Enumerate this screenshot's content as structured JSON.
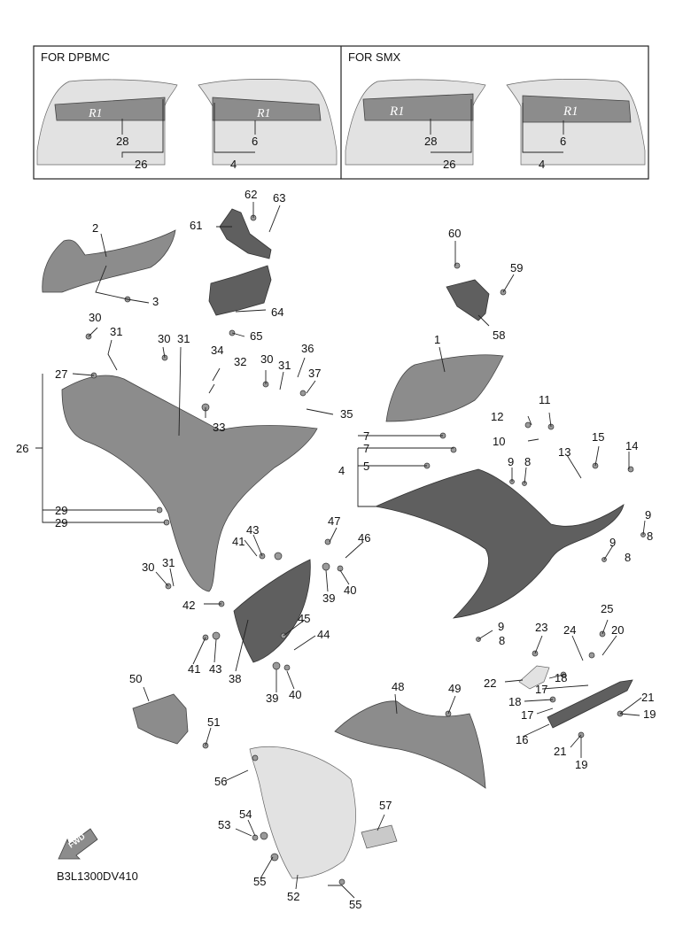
{
  "diagram_code": "B3L1300DV410",
  "fwd_label": "FWD",
  "insets": [
    {
      "title": "FOR DPBMC",
      "left_labels": {
        "upper": "28",
        "lower": "26"
      },
      "right_labels": {
        "upper": "6",
        "lower": "4"
      }
    },
    {
      "title": "FOR SMX",
      "left_labels": {
        "upper": "28",
        "lower": "26"
      },
      "right_labels": {
        "upper": "6",
        "lower": "4"
      }
    }
  ],
  "callouts": {
    "c1": "1",
    "c2": "2",
    "c3": "3",
    "c4": "4",
    "c5": "5",
    "c6": "6",
    "c7a": "7",
    "c7b": "7",
    "c8a": "8",
    "c8b": "8",
    "c8c": "8",
    "c8d": "8",
    "c9a": "9",
    "c9b": "9",
    "c9c": "9",
    "c9d": "9",
    "c10": "10",
    "c11": "11",
    "c12": "12",
    "c13": "13",
    "c14": "14",
    "c15": "15",
    "c16": "16",
    "c17a": "17",
    "c17b": "17",
    "c18a": "18",
    "c18b": "18",
    "c19a": "19",
    "c19b": "19",
    "c20": "20",
    "c21a": "21",
    "c21b": "21",
    "c22": "22",
    "c23": "23",
    "c24": "24",
    "c25": "25",
    "c26": "26",
    "c27": "27",
    "c29a": "29",
    "c29b": "29",
    "c30a": "30",
    "c30b": "30",
    "c30c": "30",
    "c30d": "30",
    "c31a": "31",
    "c31b": "31",
    "c31c": "31",
    "c31d": "31",
    "c32": "32",
    "c33": "33",
    "c34": "34",
    "c35": "35",
    "c36": "36",
    "c37": "37",
    "c38": "38",
    "c39a": "39",
    "c39b": "39",
    "c40a": "40",
    "c40b": "40",
    "c41a": "41",
    "c41b": "41",
    "c42": "42",
    "c43a": "43",
    "c43b": "43",
    "c44": "44",
    "c45": "45",
    "c46": "46",
    "c47": "47",
    "c48": "48",
    "c49": "49",
    "c50": "50",
    "c51": "51",
    "c52": "52",
    "c53": "53",
    "c54": "54",
    "c55a": "55",
    "c55b": "55",
    "c56": "56",
    "c57": "57",
    "c58": "58",
    "c59": "59",
    "c60": "60",
    "c61": "61",
    "c62": "62",
    "c63": "63",
    "c64": "64",
    "c65": "65"
  }
}
